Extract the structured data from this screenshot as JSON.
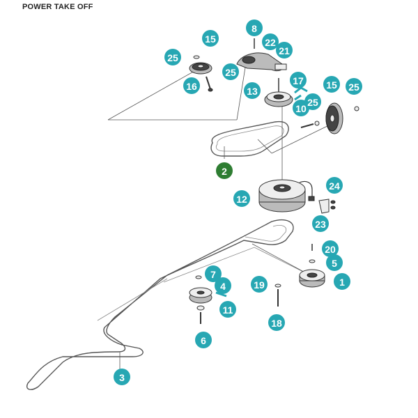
{
  "page": {
    "title": "POWER TAKE OFF"
  },
  "callouts": [
    {
      "id": "c15a",
      "label": "15",
      "kind": "part"
    },
    {
      "id": "c25a",
      "label": "25",
      "kind": "part"
    },
    {
      "id": "c16",
      "label": "16",
      "kind": "part"
    },
    {
      "id": "c25b",
      "label": "25",
      "kind": "part"
    },
    {
      "id": "c8",
      "label": "8",
      "kind": "part"
    },
    {
      "id": "c22",
      "label": "22",
      "kind": "part"
    },
    {
      "id": "c21",
      "label": "21",
      "kind": "part"
    },
    {
      "id": "c13",
      "label": "13",
      "kind": "part"
    },
    {
      "id": "c17",
      "label": "17",
      "kind": "part"
    },
    {
      "id": "c10",
      "label": "10",
      "kind": "part"
    },
    {
      "id": "c25c",
      "label": "25",
      "kind": "part"
    },
    {
      "id": "c15b",
      "label": "15",
      "kind": "part"
    },
    {
      "id": "c25d",
      "label": "25",
      "kind": "part"
    },
    {
      "id": "c2",
      "label": "2",
      "kind": "main"
    },
    {
      "id": "c12",
      "label": "12",
      "kind": "part"
    },
    {
      "id": "c24",
      "label": "24",
      "kind": "part"
    },
    {
      "id": "c23",
      "label": "23",
      "kind": "part"
    },
    {
      "id": "c20",
      "label": "20",
      "kind": "part"
    },
    {
      "id": "c5",
      "label": "5",
      "kind": "part"
    },
    {
      "id": "c1",
      "label": "1",
      "kind": "part"
    },
    {
      "id": "c19",
      "label": "19",
      "kind": "part"
    },
    {
      "id": "c18",
      "label": "18",
      "kind": "part"
    },
    {
      "id": "c7",
      "label": "7",
      "kind": "part"
    },
    {
      "id": "c4",
      "label": "4",
      "kind": "part"
    },
    {
      "id": "c11",
      "label": "11",
      "kind": "part"
    },
    {
      "id": "c6",
      "label": "6",
      "kind": "part"
    },
    {
      "id": "c3",
      "label": "3",
      "kind": "part"
    }
  ]
}
